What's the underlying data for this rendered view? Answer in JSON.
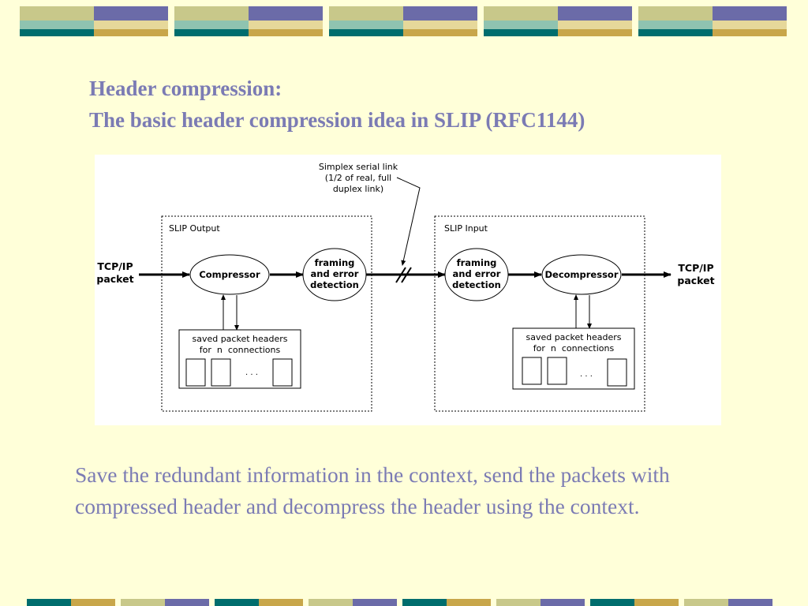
{
  "slide": {
    "title_line1": "Header compression:",
    "title_line2": "The basic header compression idea in SLIP (RFC1144)",
    "body": "Save the redundant information in the context, send the packets with compressed header and decompress the header using the context."
  },
  "diagram": {
    "link_label": [
      "Simplex serial link",
      "(1/2 of real, full",
      "duplex link)"
    ],
    "left_group": "SLIP Output",
    "right_group": "SLIP Input",
    "in_label": [
      "TCP/IP",
      "packet"
    ],
    "out_label": [
      "TCP/IP",
      "packet"
    ],
    "compressor": "Compressor",
    "decompressor": "Decompressor",
    "framing_left": [
      "framing",
      "and error",
      "detection"
    ],
    "framing_right": [
      "framing",
      "and error",
      "detection"
    ],
    "saved_left": [
      "saved packet headers",
      "for  n  connections"
    ],
    "saved_right": [
      "saved packet headers",
      "for  n  connections"
    ],
    "ellipsis": ". . ."
  },
  "colors": {
    "background": "#FFFFD9",
    "title": "#7B7BB4",
    "teal": "#006D6D",
    "slate": "#6B6BA8",
    "gold": "#C8A64A",
    "sage": "#C8C88A",
    "pale_teal": "#8FC3B0",
    "pale_gold": "#E6D89A"
  }
}
